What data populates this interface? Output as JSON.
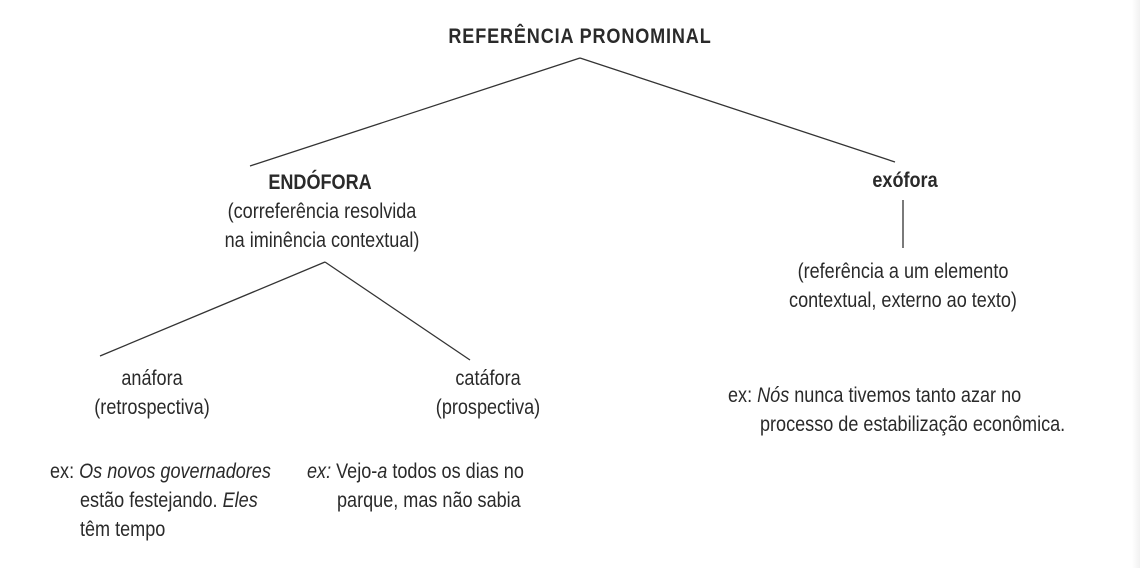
{
  "root": {
    "label": "REFERÊNCIA PRONOMINAL"
  },
  "endofora": {
    "label": "ENDÓFORA",
    "desc_line1": "(correferência resolvida",
    "desc_line2": "na iminência contextual)"
  },
  "exofora": {
    "label": "exófora",
    "desc_line1": "(referência a um elemento",
    "desc_line2": "contextual, externo ao texto)",
    "example": {
      "prefix": "ex:",
      "italic": "Nós",
      "rest1": " nunca tivemos tanto azar no",
      "line2": "processo de estabilização econômica."
    }
  },
  "anafora": {
    "label": "anáfora",
    "desc": "(retrospectiva)",
    "example": {
      "prefix": "ex:",
      "italic1": "Os novos governadores",
      "line2_plain": "estão festejando. ",
      "line2_italic": "Eles",
      "line3": "têm tempo"
    }
  },
  "catafora": {
    "label": "catáfora",
    "desc": "(prospectiva)",
    "example": {
      "prefix": "ex:",
      "plain1": "Vejo-",
      "italic": "a",
      "rest1": " todos os dias no",
      "line2": "parque, mas não sabia"
    }
  }
}
